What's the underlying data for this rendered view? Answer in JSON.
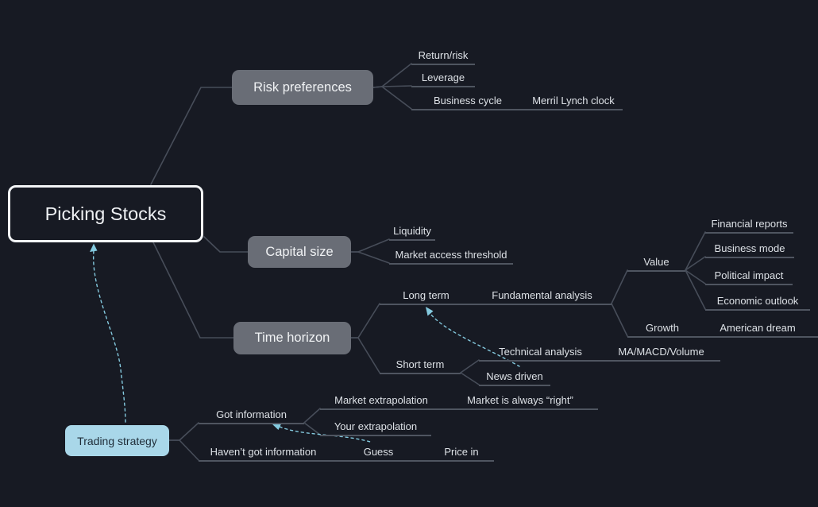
{
  "title": "Picking Stocks mind map",
  "root": {
    "label": "Picking Stocks"
  },
  "branches": {
    "risk_preferences": "Risk preferences",
    "capital_size": "Capital size",
    "time_horizon": "Time horizon",
    "trading_strategy": "Trading strategy"
  },
  "leaves": {
    "return_risk": "Return/risk",
    "leverage": "Leverage",
    "business_cycle": "Business cycle",
    "merril_lynch_clock": "Merril Lynch clock",
    "liquidity": "Liquidity",
    "market_access_threshold": "Market access threshold",
    "long_term": "Long term",
    "fundamental_analysis": "Fundamental analysis",
    "value": "Value",
    "financial_reports": "Financial reports",
    "business_mode": "Business mode",
    "political_impact": "Political impact",
    "economic_outlook": "Economic outlook",
    "growth": "Growth",
    "american_dream": "American dream",
    "short_term": "Short term",
    "technical_analysis": "Technical analysis",
    "ma_macd_volume": "MA/MACD/Volume",
    "news_driven": "News driven",
    "got_information": "Got information",
    "market_extrapolation": "Market extrapolation",
    "market_is_always_right": "Market is always “right”",
    "your_extrapolation": "Your extrapolation",
    "havent_got_information": "Haven’t got information",
    "guess": "Guess",
    "price_in": "Price in"
  },
  "structure": {
    "Picking Stocks": {
      "Risk preferences": {
        "Return/risk": {},
        "Leverage": {},
        "Business cycle": {
          "Merril Lynch clock": {}
        }
      },
      "Capital size": {
        "Liquidity": {},
        "Market access threshold": {}
      },
      "Time horizon": {
        "Long term": {
          "Fundamental analysis": {
            "Value": {
              "Financial reports": {},
              "Business mode": {},
              "Political impact": {},
              "Economic outlook": {}
            },
            "Growth": {
              "American dream": {}
            }
          }
        },
        "Short term": {
          "Technical analysis": {
            "MA/MACD/Volume": {}
          },
          "News driven": {}
        }
      },
      "Trading strategy": {
        "Got information": {
          "Market extrapolation": {
            "Market is always “right”": {}
          },
          "Your extrapolation": {}
        },
        "Haven’t got information": {
          "Guess": {
            "Price in": {}
          }
        }
      }
    }
  },
  "dashed_links": [
    {
      "from": "Trading strategy",
      "to": "Picking Stocks"
    },
    {
      "from": "News driven",
      "to": "Long term"
    },
    {
      "from": "Guess",
      "to": "Got information"
    }
  ],
  "colors": {
    "background": "#171a23",
    "connector_line": "#474d59",
    "leaf_underline": "#4f5560",
    "branch_fill": "#696d76",
    "trading_strategy_fill": "#a9d7e9",
    "dashed_link_accent": "#84cadf",
    "root_border": "#f2f4f6"
  }
}
